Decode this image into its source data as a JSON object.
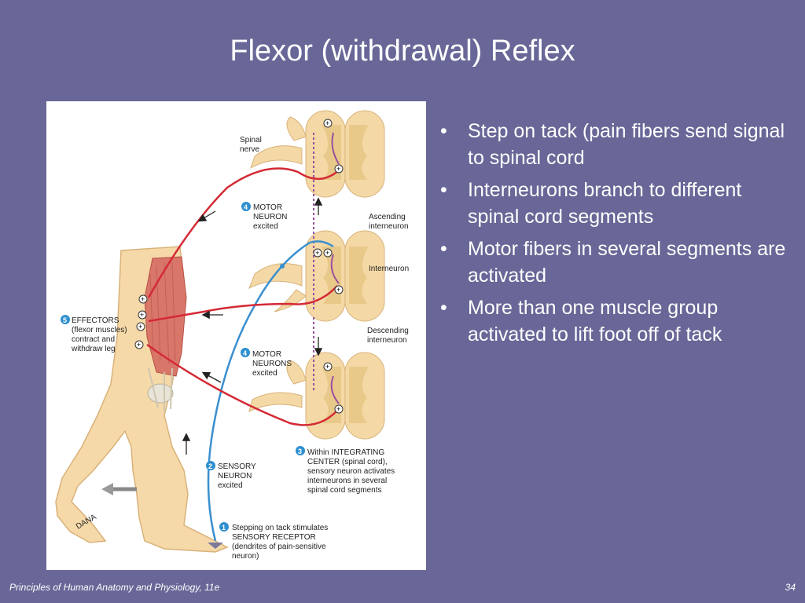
{
  "slide": {
    "title": "Flexor (withdrawal) Reflex",
    "bullets": [
      "Step on tack (pain fibers send signal to spinal cord",
      "Interneurons branch to different spinal cord segments",
      "Motor fibers in several segments are activated",
      "More than one muscle group activated to lift foot off of tack"
    ],
    "footer_left": "Principles of Human Anatomy and Physiology, 11e",
    "page_number": "34"
  },
  "figure": {
    "labels": {
      "spinal_nerve_1": "Spinal",
      "spinal_nerve_2": "nerve",
      "step4a_num": "4",
      "step4a_1": "MOTOR",
      "step4a_2": "NEURON",
      "step4a_3": "excited",
      "ascending_1": "Ascending",
      "ascending_2": "interneuron",
      "interneuron": "Interneuron",
      "step5_num": "5",
      "step5_1": "EFFECTORS",
      "step5_2": "(flexor muscles)",
      "step5_3": "contract and",
      "step5_4": "withdraw leg",
      "descending_1": "Descending",
      "descending_2": "interneuron",
      "step4b_num": "4",
      "step4b_1": "MOTOR",
      "step4b_2": "NEURONS",
      "step4b_3": "excited",
      "step3_num": "3",
      "step3_1": "Within INTEGRATING",
      "step3_2": "CENTER (spinal cord),",
      "step3_3": "sensory neuron activates",
      "step3_4": "interneurons in several",
      "step3_5": "spinal cord segments",
      "step2_num": "2",
      "step2_1": "SENSORY",
      "step2_2": "NEURON",
      "step2_3": "excited",
      "step1_num": "1",
      "step1_1": "Stepping on tack stimulates",
      "step1_2": "SENSORY RECEPTOR",
      "step1_3": "(dendrites of pain-sensitive",
      "step1_4": "neuron)",
      "signature": "DANA"
    },
    "colors": {
      "motor_neuron": "#d42a35",
      "sensory_neuron": "#3a8fcf",
      "interneuron": "#9b4fa0",
      "spinal_cord": "#f4d9a6",
      "gray_matter": "#e9c98a",
      "step_badge": "#2e8fd0"
    }
  }
}
